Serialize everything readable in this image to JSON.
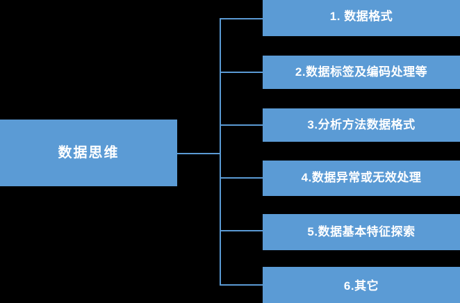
{
  "diagram": {
    "type": "mind-map",
    "background_color": "#000000",
    "node_fill_color": "#5B9BD5",
    "node_text_color": "#FFFFFF",
    "connector_color": "#5B9BD5",
    "root": {
      "label": "数据思维"
    },
    "children": [
      {
        "index": "1",
        "label": "1. 数据格式"
      },
      {
        "index": "2",
        "label": "2.数据标签及编码处理等"
      },
      {
        "index": "3",
        "label": "3.分析方法数据格式"
      },
      {
        "index": "4",
        "label": "4.数据异常或无效处理"
      },
      {
        "index": "5",
        "label": "5.数据基本特征探索"
      },
      {
        "index": "6",
        "label": "6.其它"
      }
    ]
  }
}
